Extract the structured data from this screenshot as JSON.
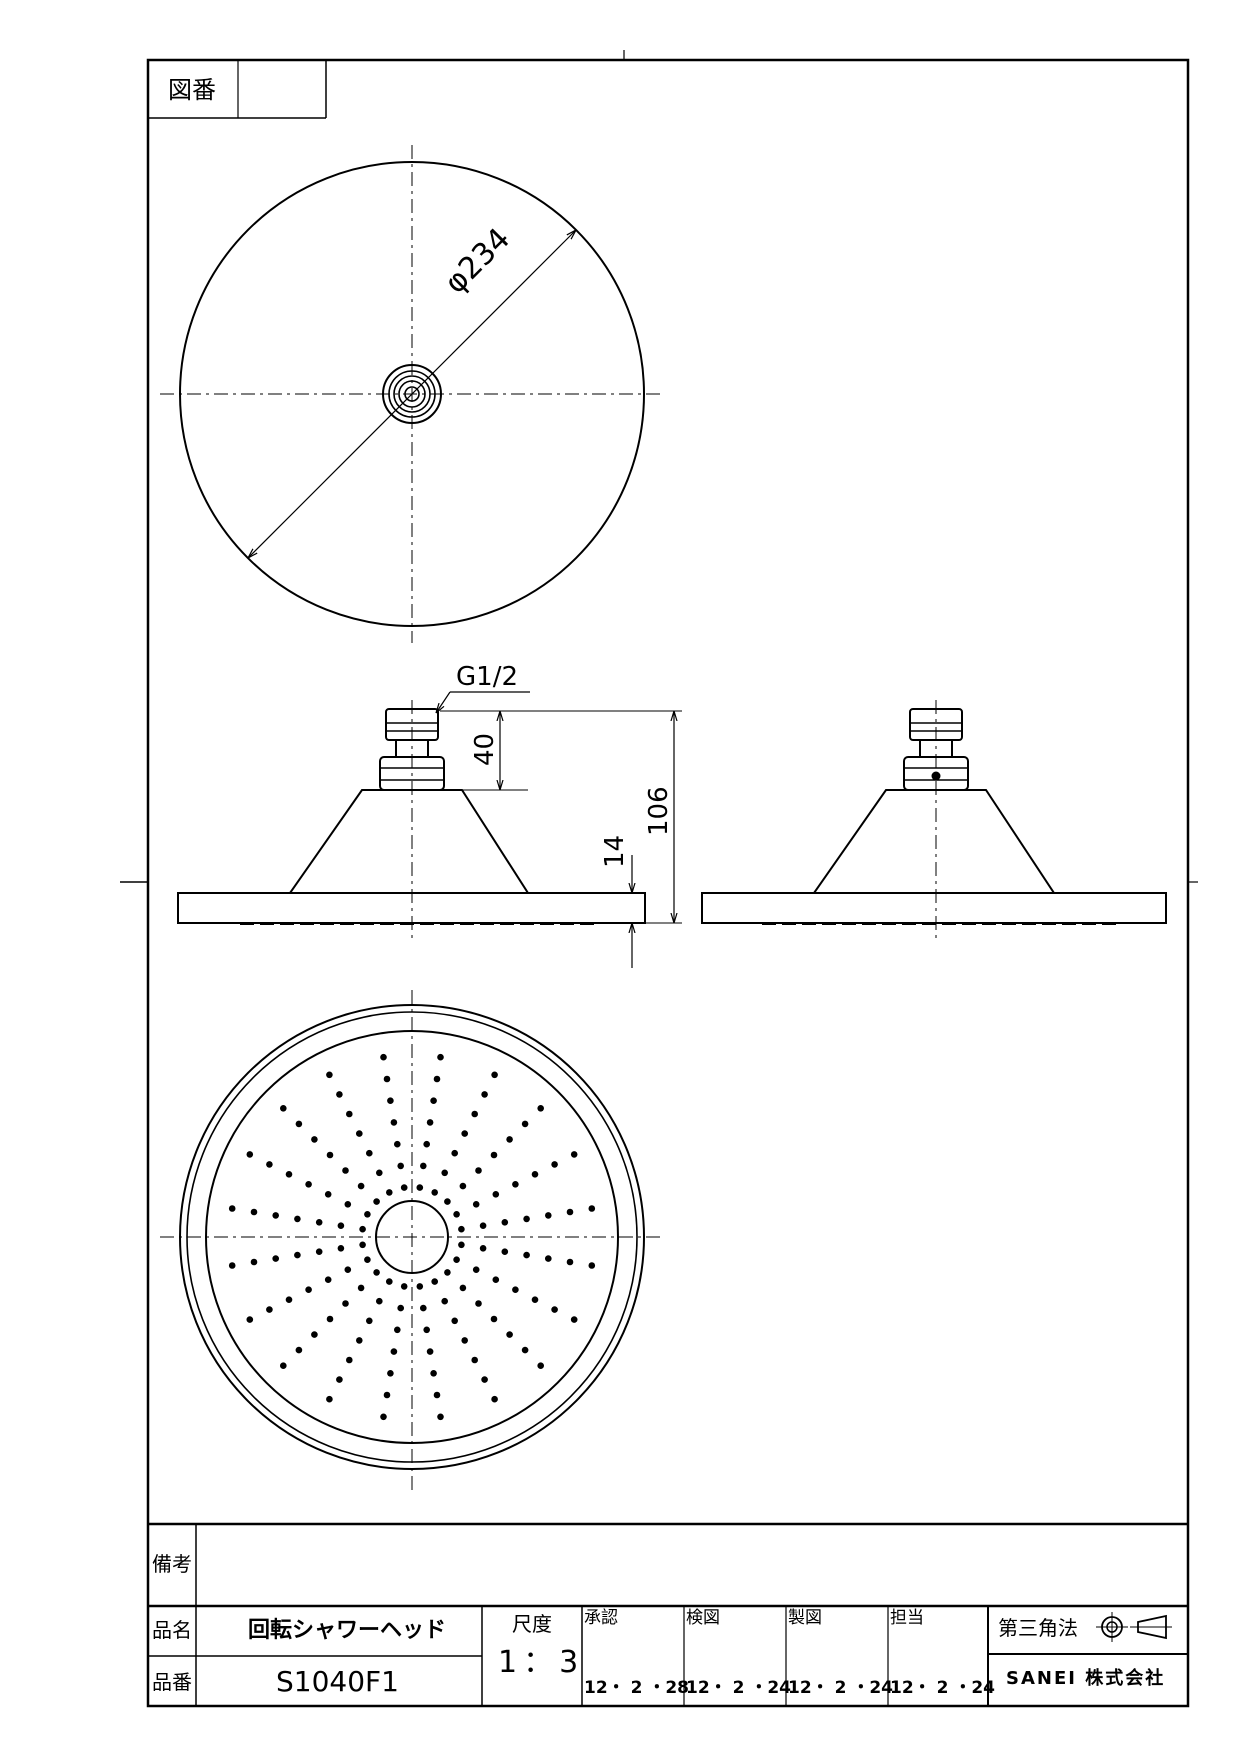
{
  "title_block": {
    "drawing_no_label": "図番",
    "drawing_no_value": "",
    "remarks_label": "備考",
    "remarks_value": "",
    "product_name_label": "品名",
    "product_name": "回転シャワーヘッド",
    "product_no_label": "品番",
    "product_no": "S1040F1",
    "scale_label": "尺度",
    "scale": "1：3",
    "approval_label": "承認",
    "approval_date": "12・ 2 ・28",
    "check_label": "検図",
    "check_date": "12・ 2 ・24",
    "drawn_label": "製図",
    "drawn_date": "12・ 2 ・24",
    "charge_label": "担当",
    "charge_date": "12・ 2 ・24",
    "projection_label": "第三角法",
    "company": "SANEI 株式会社"
  },
  "dimensions": {
    "diameter": "φ234",
    "thread": "G1/2",
    "connector_height": "40",
    "total_height": "106",
    "plate_thickness": "14"
  }
}
